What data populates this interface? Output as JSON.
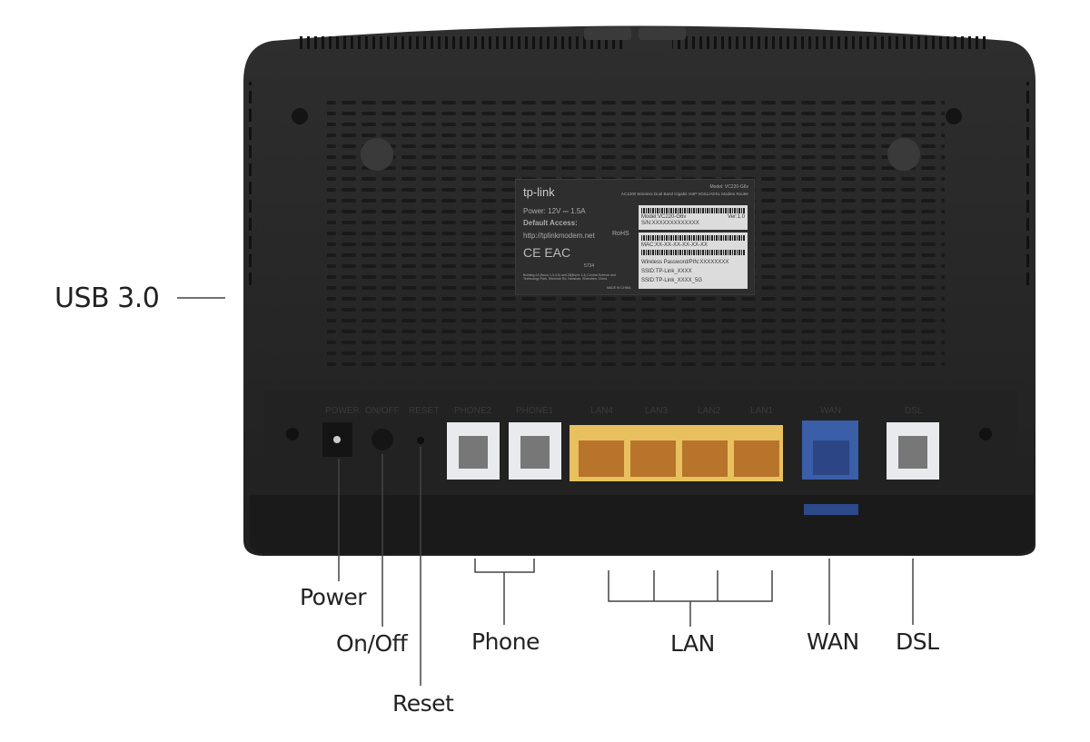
{
  "callouts": {
    "usb": "USB 3.0",
    "power": "Power",
    "onoff": "On/Off",
    "reset": "Reset",
    "phone": "Phone",
    "lan": "LAN",
    "wan": "WAN",
    "dsl": "DSL"
  },
  "device_port_labels": [
    "POWER",
    "ON/OFF",
    "RESET",
    "PHONE2",
    "PHONE1",
    "LAN4",
    "LAN3",
    "LAN2",
    "LAN1",
    "WAN",
    "DSL"
  ],
  "sticker": {
    "brand": "tp-link",
    "model": "Model: VC220-G6v",
    "description": "AC1200 Wireless Dual Band Gigabit VoIP VDSL/ADSL Modem Router",
    "power": "Power: 12V ⎓ 1.5A",
    "default_access": "Default Access:",
    "url": "http://tplinkmodem.net",
    "rohs": "RoHS",
    "cert_number": "5734",
    "address": "Building 24 (floors 1,3,4,5) and 28(floors 1-4) Central Science and Technology Park, Shennan Rd, Nanshan, Shenzhen, China",
    "made_in": "MADE IN CHINA",
    "box1": {
      "model": "Model:VC220-G6v",
      "ver": "Ver:1.0",
      "sn": "S/N:XXXXXXXXXXXXX"
    },
    "box2": {
      "mac": "MAC:XX-XX-XX-XX-XX-XX",
      "pin": "Wireless Password/PIN:XXXXXXXX",
      "ssid1": "SSID:TP-Link_XXXX",
      "ssid2": "SSID:TP-Link_XXXX_5G"
    }
  },
  "colors": {
    "body": "#2a2a2a",
    "lan": "#e8c060",
    "wan": "#3a5ea8",
    "phone": "#e8eaee",
    "line": "#444444"
  }
}
